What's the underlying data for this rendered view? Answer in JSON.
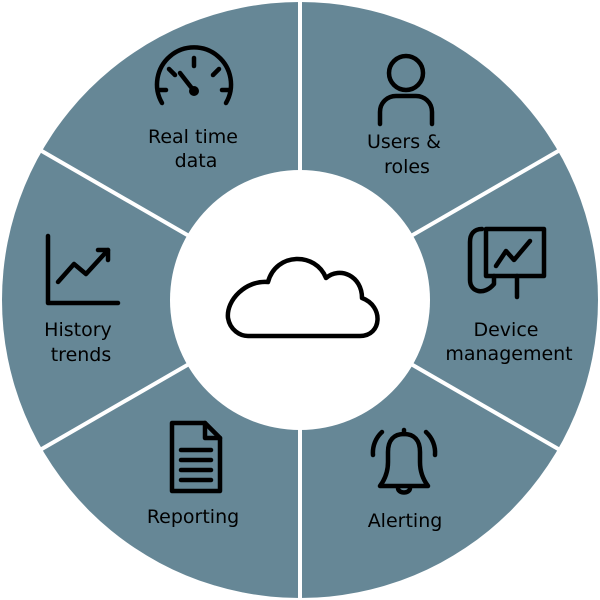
{
  "colors": {
    "segment_fill": "#668796",
    "divider": "#ffffff",
    "center_fill": "#ffffff",
    "icon": "#000000",
    "text": "#000000"
  },
  "center": {
    "icon": "cloud-icon"
  },
  "segments": [
    {
      "id": "real-time-data",
      "icon": "speedometer-icon",
      "label_lines": [
        "Real time",
        "data"
      ]
    },
    {
      "id": "users-roles",
      "icon": "user-icon",
      "label_lines": [
        "Users &",
        "roles"
      ]
    },
    {
      "id": "device-management",
      "icon": "device-monitor-icon",
      "label_lines": [
        "Device",
        "management"
      ]
    },
    {
      "id": "alerting",
      "icon": "bell-icon",
      "label_lines": [
        "Alerting"
      ]
    },
    {
      "id": "reporting",
      "icon": "document-icon",
      "label_lines": [
        "Reporting"
      ]
    },
    {
      "id": "history-trends",
      "icon": "trend-chart-icon",
      "label_lines": [
        "History",
        "trends"
      ]
    }
  ]
}
